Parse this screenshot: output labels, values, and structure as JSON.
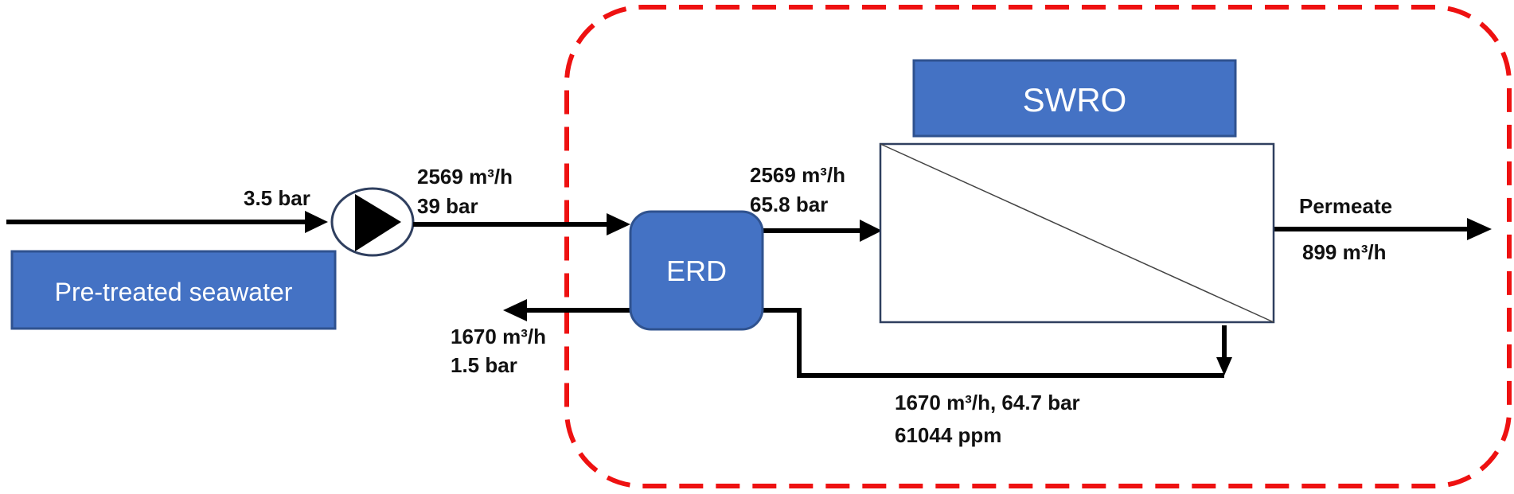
{
  "colors": {
    "box_fill": "#4472C4",
    "box_stroke": "#2F528F",
    "boundary": "#EE1111",
    "line": "#000000"
  },
  "boxes": {
    "pretreated": "Pre-treated seawater",
    "erd": "ERD",
    "swro": "SWRO"
  },
  "pump": {
    "icon": "pump-icon"
  },
  "labels": {
    "inlet_pressure": "3.5 bar",
    "pump_out_flow": "2569 m³/h",
    "pump_out_pressure": "39 bar",
    "erd_out_flow": "2569 m³/h",
    "erd_out_pressure": "65.8 bar",
    "permeate_name": "Permeate",
    "permeate_flow": "899 m³/h",
    "brine_out_flow": "1670 m³/h",
    "brine_out_pressure": "1.5 bar",
    "concentrate_flow_pressure": "1670 m³/h, 64.7 bar",
    "concentrate_salinity": "61044 ppm"
  }
}
